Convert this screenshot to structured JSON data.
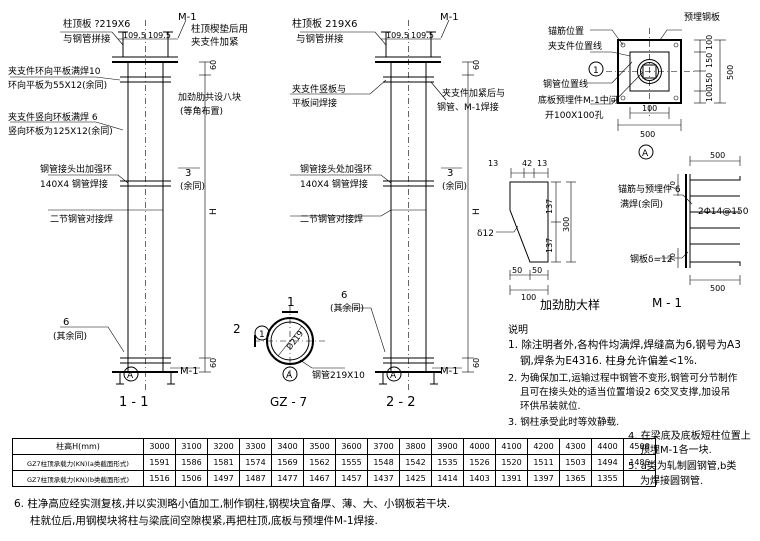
{
  "section_left": {
    "top_plate": "柱顶板 ?219X6",
    "weld_to_pipe": "与钢管拼接",
    "dim_a": "109.5",
    "dim_b": "109.5",
    "m1": "M-1",
    "clamp_note_1": "柱顶楔垫后用",
    "clamp_note_2": "夹支件加紧",
    "ring_note_1": "夹支件环向平板满焊10",
    "ring_note_2": "环向平板为55X12(余同)",
    "rib_note_1": "加劲肋共设八块",
    "rib_note_2": "(等角布置)",
    "vert_note_1": "夹支件竖向环板满焊 6",
    "vert_note_2": "竖向环板为125X12(余同)",
    "joint_note_1": "钢管接头出加强环",
    "joint_note_2": "140X4 钢管焊接",
    "seam_note": "二节钢管对接焊",
    "three_same": "3",
    "same_label": "(余同)",
    "six_label": "6",
    "six_same": "(其余同)",
    "dim_60_top": "60",
    "dim_H": "H",
    "dim_60_bot": "60",
    "axis": "A",
    "m1_bottom": "M-1",
    "title": "1 - 1"
  },
  "section_mid": {
    "top_plate": "柱顶板 219X6",
    "weld_to_pipe": "与钢管拼接",
    "dim_a": "109.5",
    "dim_b": "109.5",
    "m1": "M-1",
    "clamp_note_1": "夹支件竖板与",
    "clamp_note_2": "平板间焊接",
    "right_note_1": "夹支件加紧后与",
    "right_note_2": "钢管、M-1焊接",
    "joint_note_1": "钢管接头处加强环",
    "joint_note_2": "140X4 钢管焊接",
    "seam_note": "二节钢管对接焊",
    "three_same": "3",
    "same_label": "(余同)",
    "six_label": "6",
    "six_same": "(其余同)",
    "dim_60_top": "60",
    "dim_H": "H",
    "dim_60_bot": "60",
    "axis": "A",
    "m1_bottom": "M-1",
    "title": "2 - 2"
  },
  "gz7": {
    "one": "1",
    "two": "2",
    "circle": "1",
    "dia": "D219",
    "pipe": "钢管219X10",
    "axis": "A",
    "title": "GZ - 7"
  },
  "plan": {
    "anchor_pos": "锚筋位置",
    "clamp_pos": "夹支件位置线",
    "pipe_pos": "钢管位置线",
    "circle": "1",
    "base_note_1": "底板预埋件M-1中间",
    "base_note_2": "开100X100孔",
    "embed": "预埋钢板",
    "d100a": "100",
    "d150a": "150",
    "d150b": "150",
    "d100b": "100",
    "d500v": "500",
    "d100c": "100",
    "d500h": "500",
    "axis": "A"
  },
  "rib": {
    "d13": "13",
    "d42": "42",
    "d13b": "13",
    "d137a": "137",
    "d300": "300",
    "d137b": "137",
    "d12": "δ12",
    "d50a": "50",
    "d50b": "50",
    "d100": "100",
    "title": "加劲肋大样"
  },
  "m1_detail": {
    "d500_top": "500",
    "anchor_1": "锚筋与预埋件 6",
    "anchor_2": "满焊(余同)",
    "bars": "2Φ14@150",
    "plate": "钢板δ=12",
    "d70a": "70",
    "d70b": "70",
    "d500_bot": "500",
    "title": "M - 1"
  },
  "notes": {
    "heading": "说明",
    "n1a": "1. 除注明者外,各构件均满焊,焊缝高为6,钢号为A3",
    "n1b": "钢,焊条为E4316. 柱身允许偏差<1%.",
    "n2a": "2. 为确保加工,运输过程中钢管不变形,钢管可分节制作",
    "n2b": "且可在接头处的适当位置增设2 6交叉支撑,加设吊",
    "n2c": "环供吊装就位.",
    "n3": "3. 钢柱承受此时等效静载.",
    "n4a": "4. 在梁底及底板短柱位置上",
    "n4b": "预埋M-1各一块.",
    "n5a": "5. a类为轧制圆钢管,b类",
    "n5b": "为焊接圆钢管."
  },
  "load_table": {
    "header": "柱高H(mm)",
    "heights": [
      "3000",
      "3100",
      "3200",
      "3300",
      "3400",
      "3500",
      "3600",
      "3700",
      "3800",
      "3900",
      "4000",
      "4100",
      "4200",
      "4300",
      "4400",
      "4500"
    ],
    "row_a_label": "GZ7柱顶承载力(KN)(a类截面形式)",
    "row_a": [
      "1591",
      "1586",
      "1581",
      "1574",
      "1569",
      "1562",
      "1555",
      "1548",
      "1542",
      "1535",
      "1526",
      "1520",
      "1511",
      "1503",
      "1494",
      "1486"
    ],
    "row_b_label": "GZ7柱顶承载力(KN)(b类截面形式)",
    "row_b": [
      "1516",
      "1506",
      "1497",
      "1487",
      "1477",
      "1467",
      "1457",
      "1437",
      "1425",
      "1414",
      "1403",
      "1391",
      "1397",
      "1365",
      "1355",
      ""
    ]
  },
  "bottom_notes": {
    "n6a": "6. 柱净高应经实测复核,并以实测略小值加工,制作钢柱,钢楔块宜备厚、薄、大、小钢板若干块.",
    "n6b": "柱就位后,用钢楔块将柱与梁底间空隙楔紧,再把柱顶,底板与预埋件M-1焊接."
  }
}
